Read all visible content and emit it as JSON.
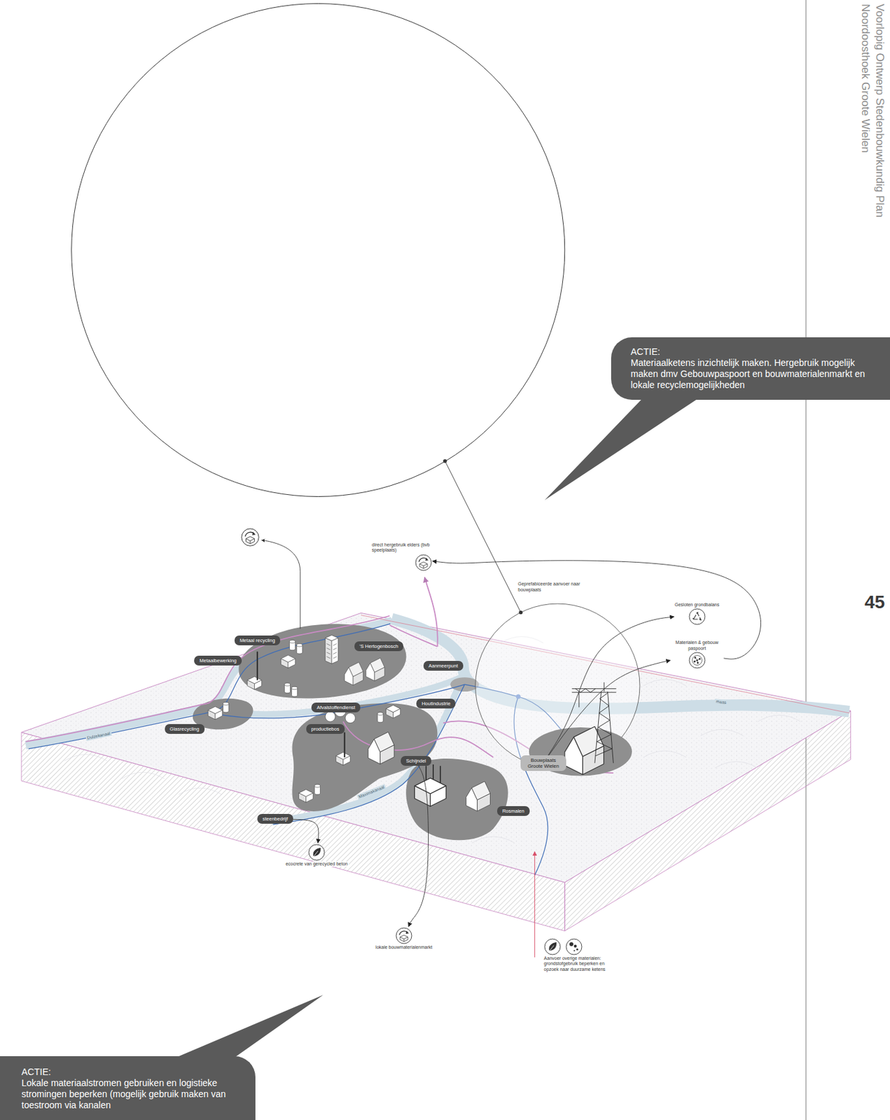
{
  "diagram": {
    "nodes": [
      {
        "text": [
          "ACTIE:",
          "Materiaalketens inzichtelijk maken. Hergebruik mogelijk maken dmv Gebouwpaspoort en bouwmaterialenmarkt en lokale recyclemogelijkheden"
        ]
      },
      {
        "text": [
          "direct hergebruik elders (bvb speelplaats)"
        ]
      },
      {
        "text": [
          "Gesloten grondbalans"
        ]
      },
      {
        "text": [
          "Materialen & gebouw paspoort"
        ]
      },
      {
        "text": [
          "Metaal recycling"
        ]
      },
      {
        "text": [
          "'S Hertogenbosch"
        ]
      },
      {
        "text": [
          "Metaalbewerking"
        ]
      },
      {
        "text": [
          "Aanmeerpunt"
        ]
      },
      {
        "text": [
          "Houtindustrie"
        ]
      },
      {
        "text": [
          "Afvalstoffendienst"
        ]
      },
      {
        "text": [
          "Glasrecycling"
        ]
      },
      {
        "text": [
          "productiebos"
        ]
      },
      {
        "text": [
          "Bouwplaats Groote Wielen"
        ]
      },
      {
        "text": [
          "Schijndel"
        ]
      },
      {
        "text": [
          "Rosmalen"
        ]
      },
      {
        "text": [
          "steenbedrijf"
        ]
      },
      {
        "text": [
          "ecocrete van gerecycled beton"
        ]
      },
      {
        "text": [
          "lokale bouwmaterialenmarkt"
        ]
      },
      {
        "text": [
          "Aanvoer overige materialen: grondstofgebruik beperken en opzoek naar duurzame ketens"
        ]
      },
      {
        "text": [
          "ACTIE:",
          "Lokale materiaalstromen gebruiken en logistieke stromingen beperken (mogelijk gebruik maken van toestroom via kanalen"
        ]
      }
    ],
    "edges": [
      {
        "from": 12,
        "to": 2,
        "arrow": "to"
      },
      {
        "from": 12,
        "to": 3,
        "arrow": "to"
      },
      {
        "from": 3,
        "to": 1,
        "arrow": "to"
      },
      {
        "from": 15,
        "to": 16,
        "arrow": "to"
      },
      {
        "from": 13,
        "to": 17,
        "arrow": "to"
      }
    ],
    "labels": [
      "Noordoosthoek Groote Wielen",
      "Voorlopig Ontwerp Stedenbouwkundig Plan",
      "45",
      "Geprefabiceerde aanvoer naar bouwplaats",
      "Dulzekanaal",
      "Maximakanaal",
      "maas"
    ]
  }
}
